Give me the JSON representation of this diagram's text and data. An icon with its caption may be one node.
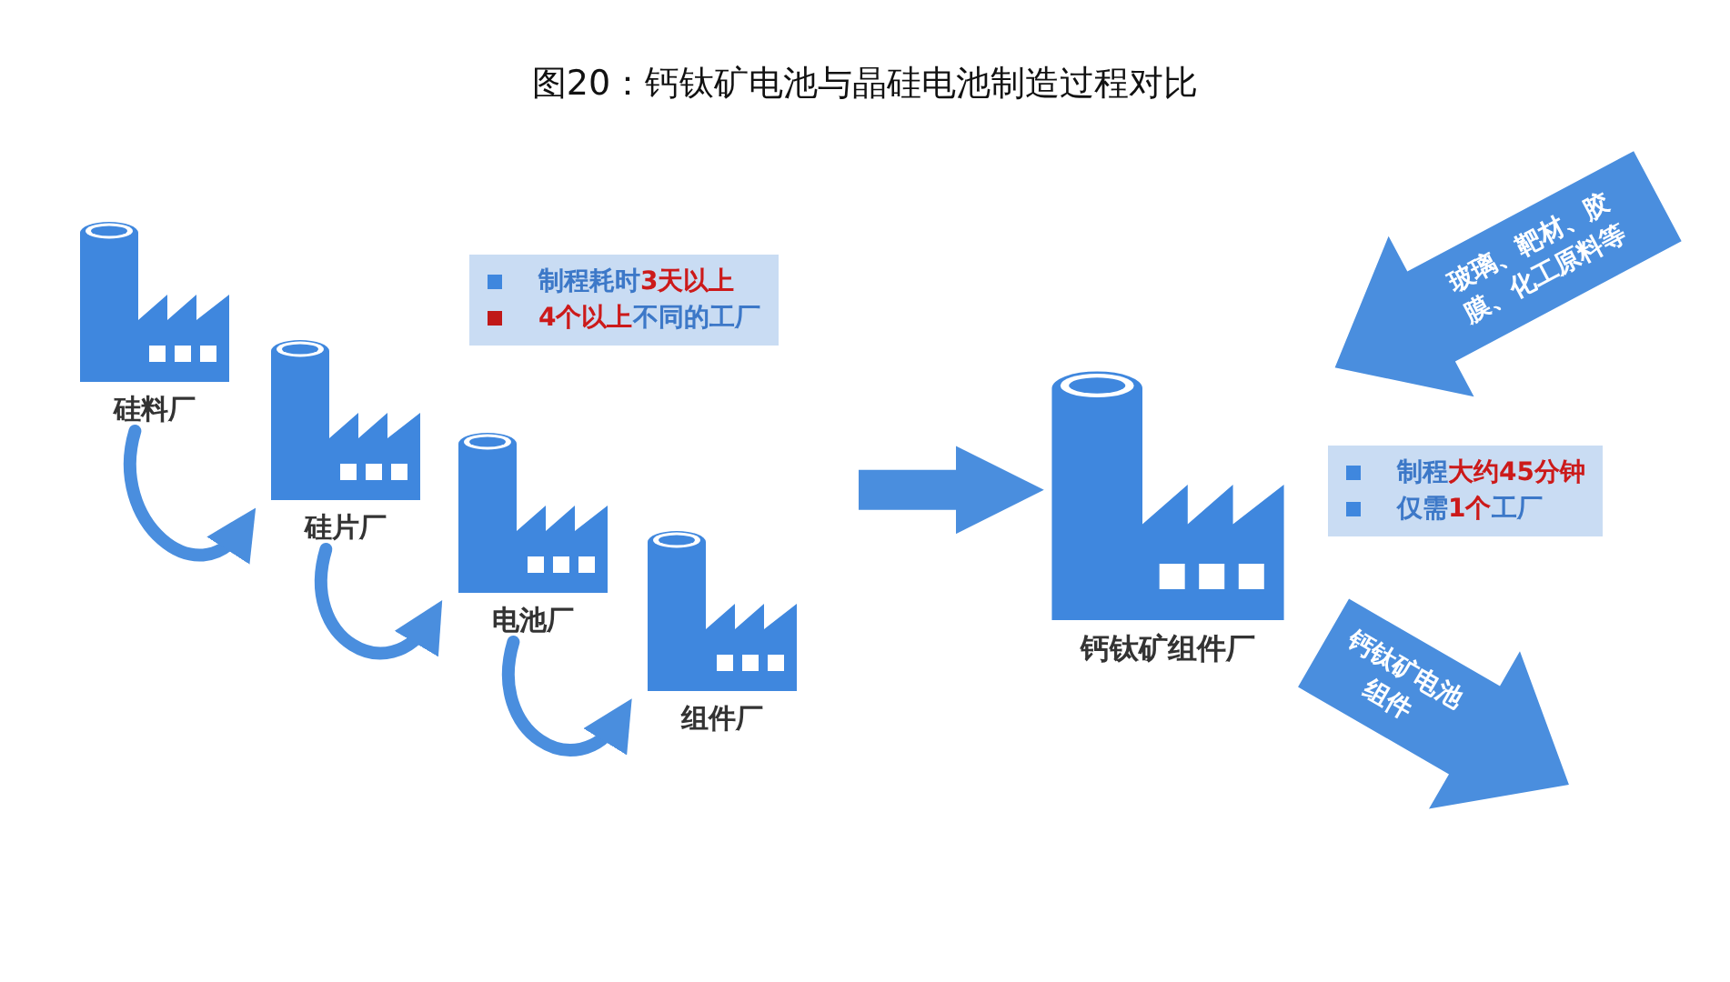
{
  "diagram": {
    "title": "图20：钙钛矿电池与晶硅电池制造过程对比",
    "nodes": [
      {
        "text": [
          "硅料厂"
        ]
      },
      {
        "text": [
          "硅片厂"
        ]
      },
      {
        "text": [
          "电池厂"
        ]
      },
      {
        "text": [
          "组件厂"
        ]
      },
      {
        "text": [
          "制程耗时**3天以上**",
          "**4个以上**不同的工厂"
        ]
      },
      {
        "text": [
          "钙钛矿组件厂"
        ]
      },
      {
        "text": [
          "玻璃、靶材、胶膜、化工原料等"
        ]
      },
      {
        "text": [
          "制程**大约45分钟**",
          "仅需**1个**工厂"
        ]
      },
      {
        "text": [
          "钙钛矿电池组件"
        ]
      }
    ],
    "edges": [
      {
        "from": 0,
        "to": 1,
        "arrow": "to"
      },
      {
        "from": 1,
        "to": 2,
        "arrow": "to"
      },
      {
        "from": 2,
        "to": 3,
        "arrow": "to"
      },
      {
        "from": null,
        "to": 5,
        "arrow": "to",
        "style": "thick"
      }
    ]
  }
}
